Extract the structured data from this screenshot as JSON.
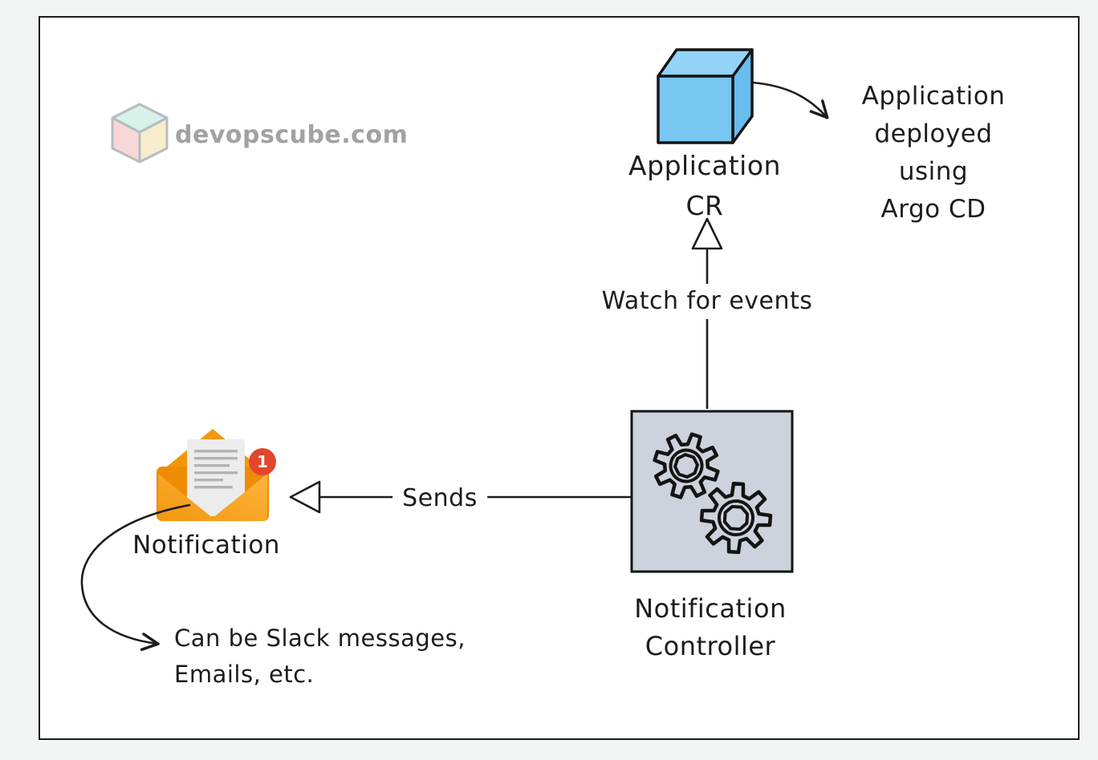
{
  "watermark": {
    "brand": "devopscube.com"
  },
  "nodes": {
    "application_cr": {
      "label": "Application\nCR"
    },
    "argo_note": {
      "text": "Application\ndeployed using\nArgo CD"
    },
    "controller": {
      "label": "Notification\nController"
    },
    "notification": {
      "label": "Notification",
      "badge_count": "1"
    },
    "slack_note": {
      "text": "Can be Slack messages,\nEmails, etc."
    }
  },
  "edges": {
    "watch_label": "Watch for events",
    "sends_label": "Sends"
  },
  "colors": {
    "ink": "#1c1c1c",
    "page_background": "#f3f4f4",
    "canvas_background": "#ffffff",
    "cube_front": "#7ac6f2",
    "cube_top": "#93d3f7",
    "cube_side": "#67bdee",
    "controller_box": "#ccd3dc",
    "envelope_orange": "#f59d15",
    "envelope_dark_orange": "#ee8c05",
    "badge_red": "#e2462c",
    "logo_top": "#d8f2ea",
    "logo_left": "#f7d7d7",
    "logo_right": "#f8ecce",
    "watermark_gray": "#a2a2a2"
  }
}
